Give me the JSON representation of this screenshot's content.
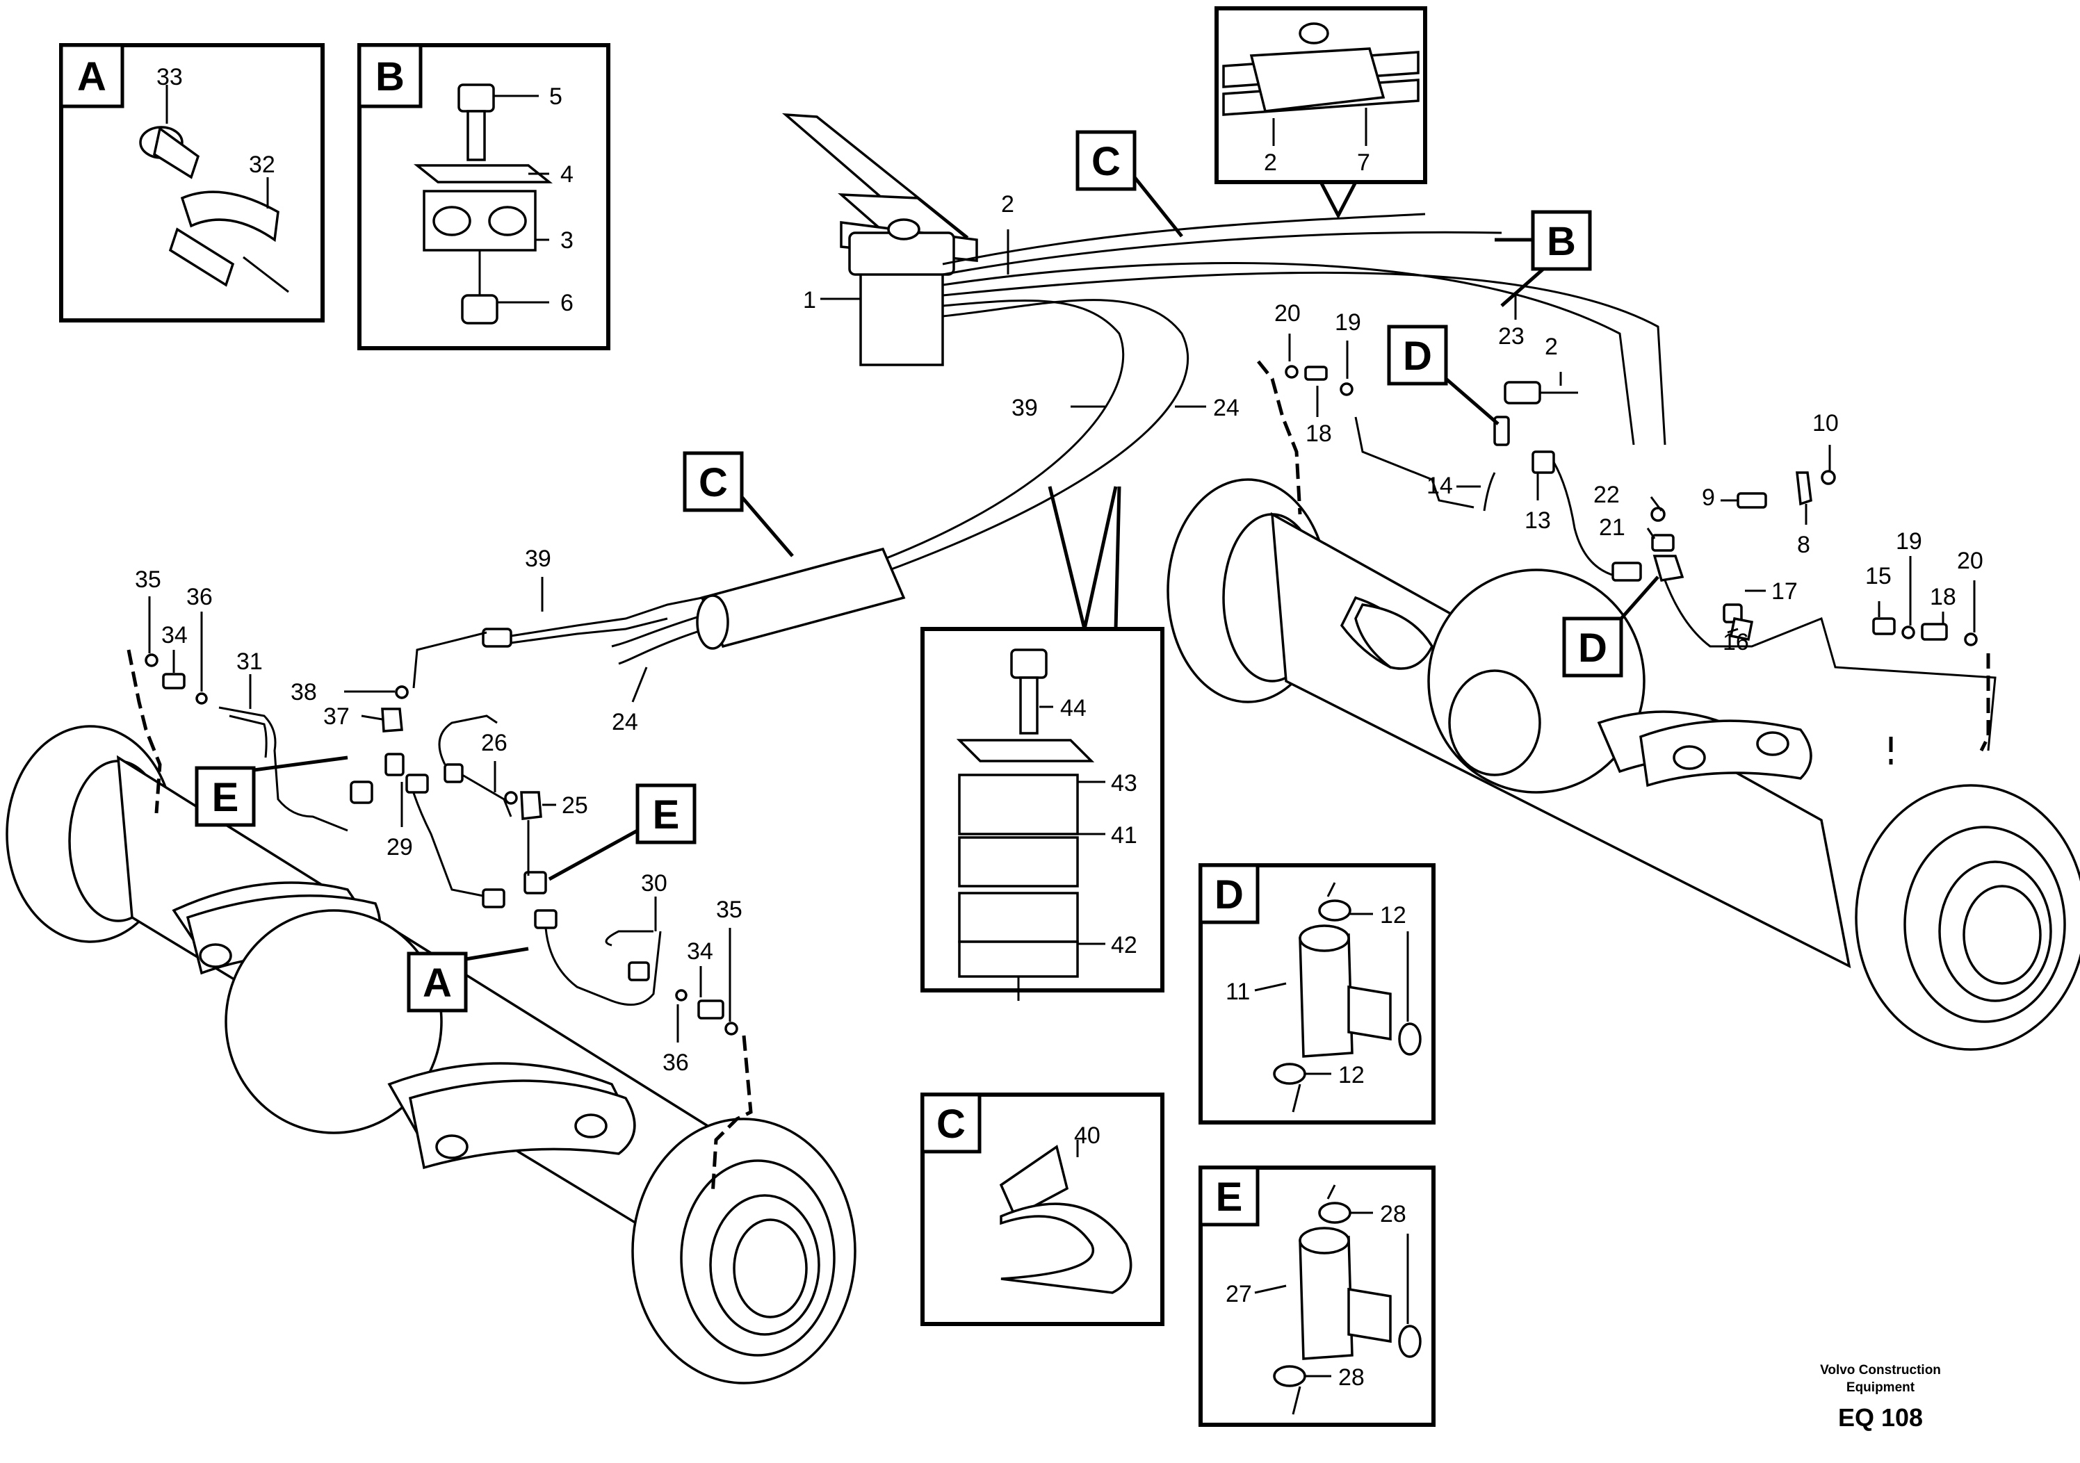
{
  "detail_letters": {
    "A": "A",
    "B": "B",
    "C": "C",
    "D": "D",
    "E": "E"
  },
  "callouts": {
    "p1": "1",
    "p2": "2",
    "p3": "3",
    "p4": "4",
    "p5": "5",
    "p6": "6",
    "p7": "7",
    "p8": "8",
    "p9": "9",
    "p10": "10",
    "p11": "11",
    "p12": "12",
    "p13": "13",
    "p14": "14",
    "p15": "15",
    "p16": "16",
    "p17": "17",
    "p18": "18",
    "p19": "19",
    "p20": "20",
    "p21": "21",
    "p22": "22",
    "p23": "23",
    "p24": "24",
    "p25": "25",
    "p26": "26",
    "p27": "27",
    "p28": "28",
    "p29": "29",
    "p30": "30",
    "p31": "31",
    "p32": "32",
    "p33": "33",
    "p34": "34",
    "p35": "35",
    "p36": "36",
    "p37": "37",
    "p38": "38",
    "p39": "39",
    "p40": "40",
    "p41": "41",
    "p42": "42",
    "p43": "43",
    "p44": "44"
  },
  "footer": {
    "company_line1": "Volvo Construction",
    "company_line2": "Equipment",
    "code": "EQ 108"
  }
}
